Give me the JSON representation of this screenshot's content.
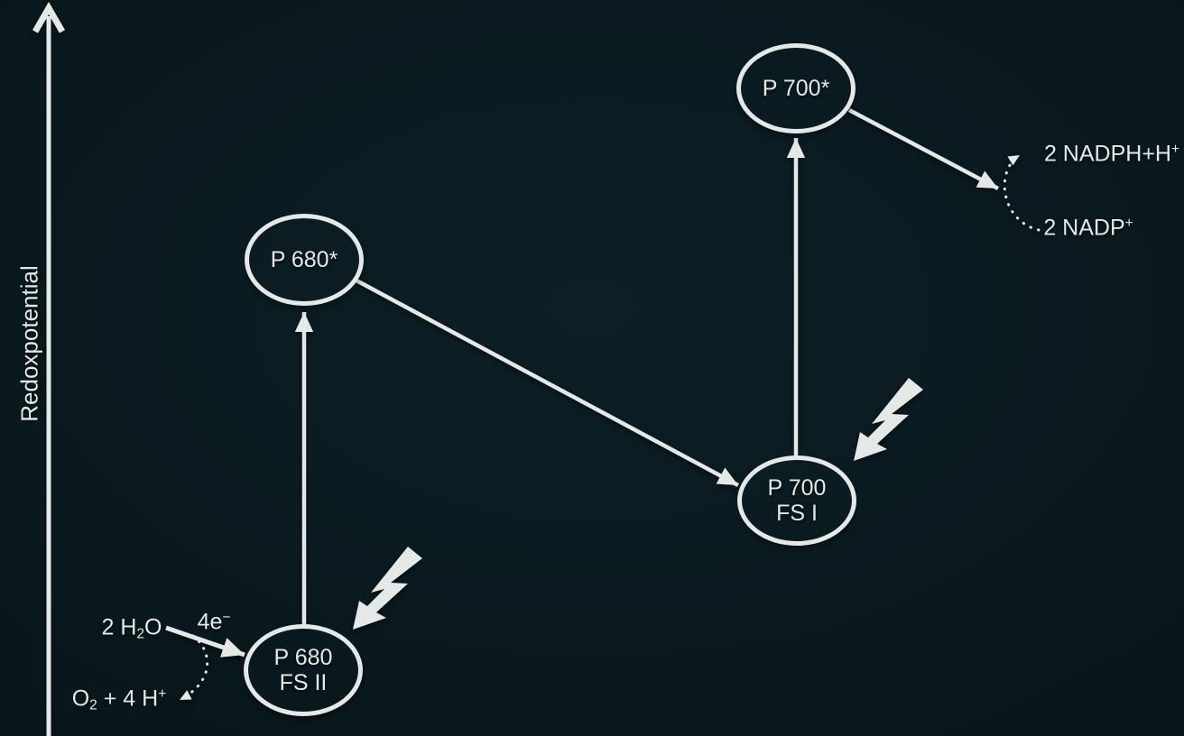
{
  "canvas": {
    "background_center": "#0c1f26",
    "background_edge": "#061114",
    "ink": "#e4e8e7"
  },
  "axis": {
    "label": "Redoxpotential"
  },
  "nodes": {
    "p680_excited": {
      "label": "P 680*"
    },
    "p680": {
      "title": "P 680",
      "subtitle": "FS II"
    },
    "p700_excited": {
      "label": "P 700*"
    },
    "p700": {
      "title": "P 700",
      "subtitle": "FS I"
    }
  },
  "labels": {
    "water": {
      "main": "2 H",
      "sub": "2",
      "tail": "O"
    },
    "electrons": {
      "main": "4e",
      "sup": "−"
    },
    "oxygen": {
      "main": "O",
      "sub": "2",
      "mid": " + 4 H",
      "sup": "+"
    },
    "nadph": {
      "main": "2 NADPH+H",
      "sup": "+"
    },
    "nadp": {
      "main": "2 NADP",
      "sup": "+"
    }
  },
  "icons": {
    "photon_ps2": "lightning-bolt-icon",
    "photon_ps1": "lightning-bolt-icon"
  }
}
